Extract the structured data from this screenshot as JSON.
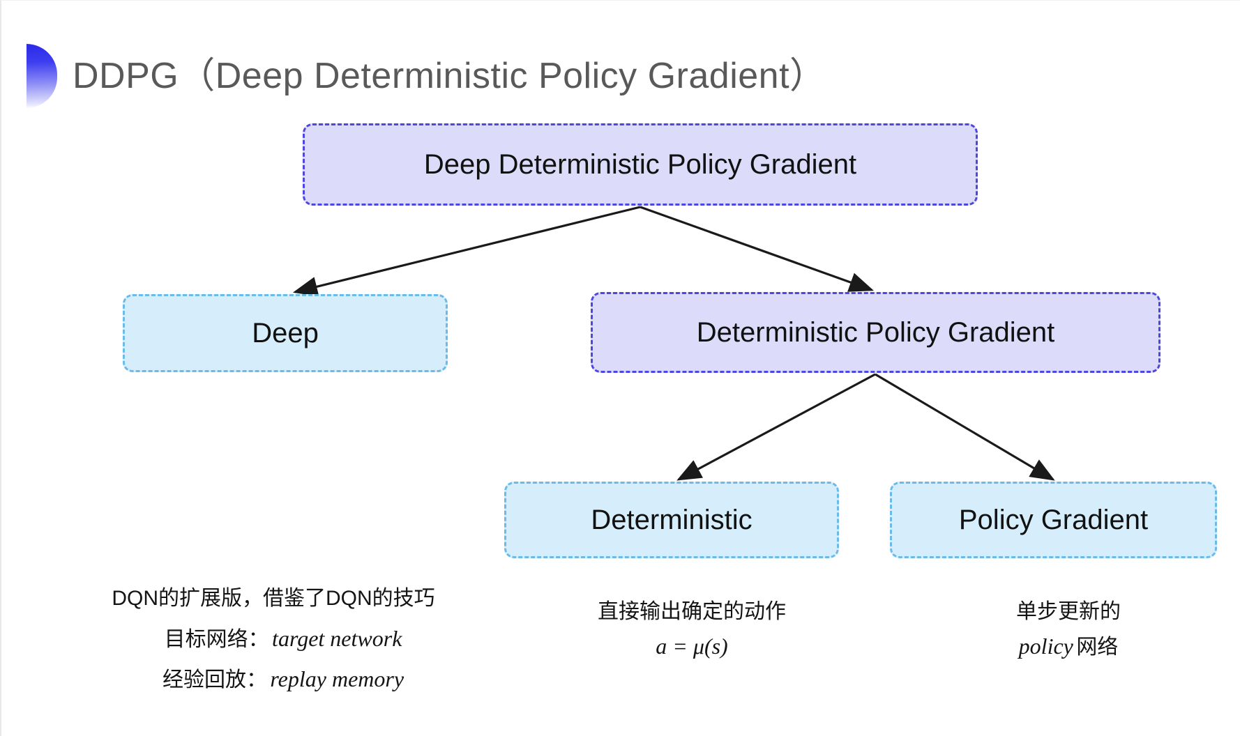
{
  "slide": {
    "title": "DDPG（Deep Deterministic Policy Gradient）",
    "background_color": "#ffffff",
    "title_color": "#595959",
    "bullet_gradient_from": "#2a2ae8",
    "bullet_gradient_to": "#ffffff"
  },
  "palette": {
    "purple_fill": "#dcdbfa",
    "purple_border": "#4f46e0",
    "blue_fill": "#d6eefb",
    "blue_border": "#6bbbe9",
    "arrow_color": "#1a1a1a",
    "text_color": "#111111"
  },
  "diagram": {
    "type": "tree",
    "nodes": [
      {
        "id": "root",
        "label": "Deep Deterministic Policy Gradient",
        "style": "purple",
        "level": 0
      },
      {
        "id": "deep",
        "label": "Deep",
        "style": "blue",
        "level": 1
      },
      {
        "id": "dpg",
        "label": "Deterministic Policy Gradient",
        "style": "purple",
        "level": 1
      },
      {
        "id": "deterministic",
        "label": "Deterministic",
        "style": "blue",
        "level": 2
      },
      {
        "id": "policy-gradient",
        "label": "Policy Gradient",
        "style": "blue",
        "level": 2
      }
    ],
    "edges": [
      {
        "from": "root",
        "to": "deep"
      },
      {
        "from": "root",
        "to": "dpg"
      },
      {
        "from": "dpg",
        "to": "deterministic"
      },
      {
        "from": "dpg",
        "to": "policy-gradient"
      }
    ]
  },
  "captions": {
    "deep": {
      "line1": "DQN的扩展版，借鉴了DQN的技巧",
      "line2_label": "目标网络：",
      "line2_term": "target network",
      "line3_label": "经验回放：",
      "line3_term": "replay memory"
    },
    "deterministic": {
      "line1": "直接输出确定的动作",
      "formula": "a = μ(s)"
    },
    "policy_gradient": {
      "line1": "单步更新的",
      "line2_term": "policy",
      "line2_tail": "网络"
    }
  }
}
